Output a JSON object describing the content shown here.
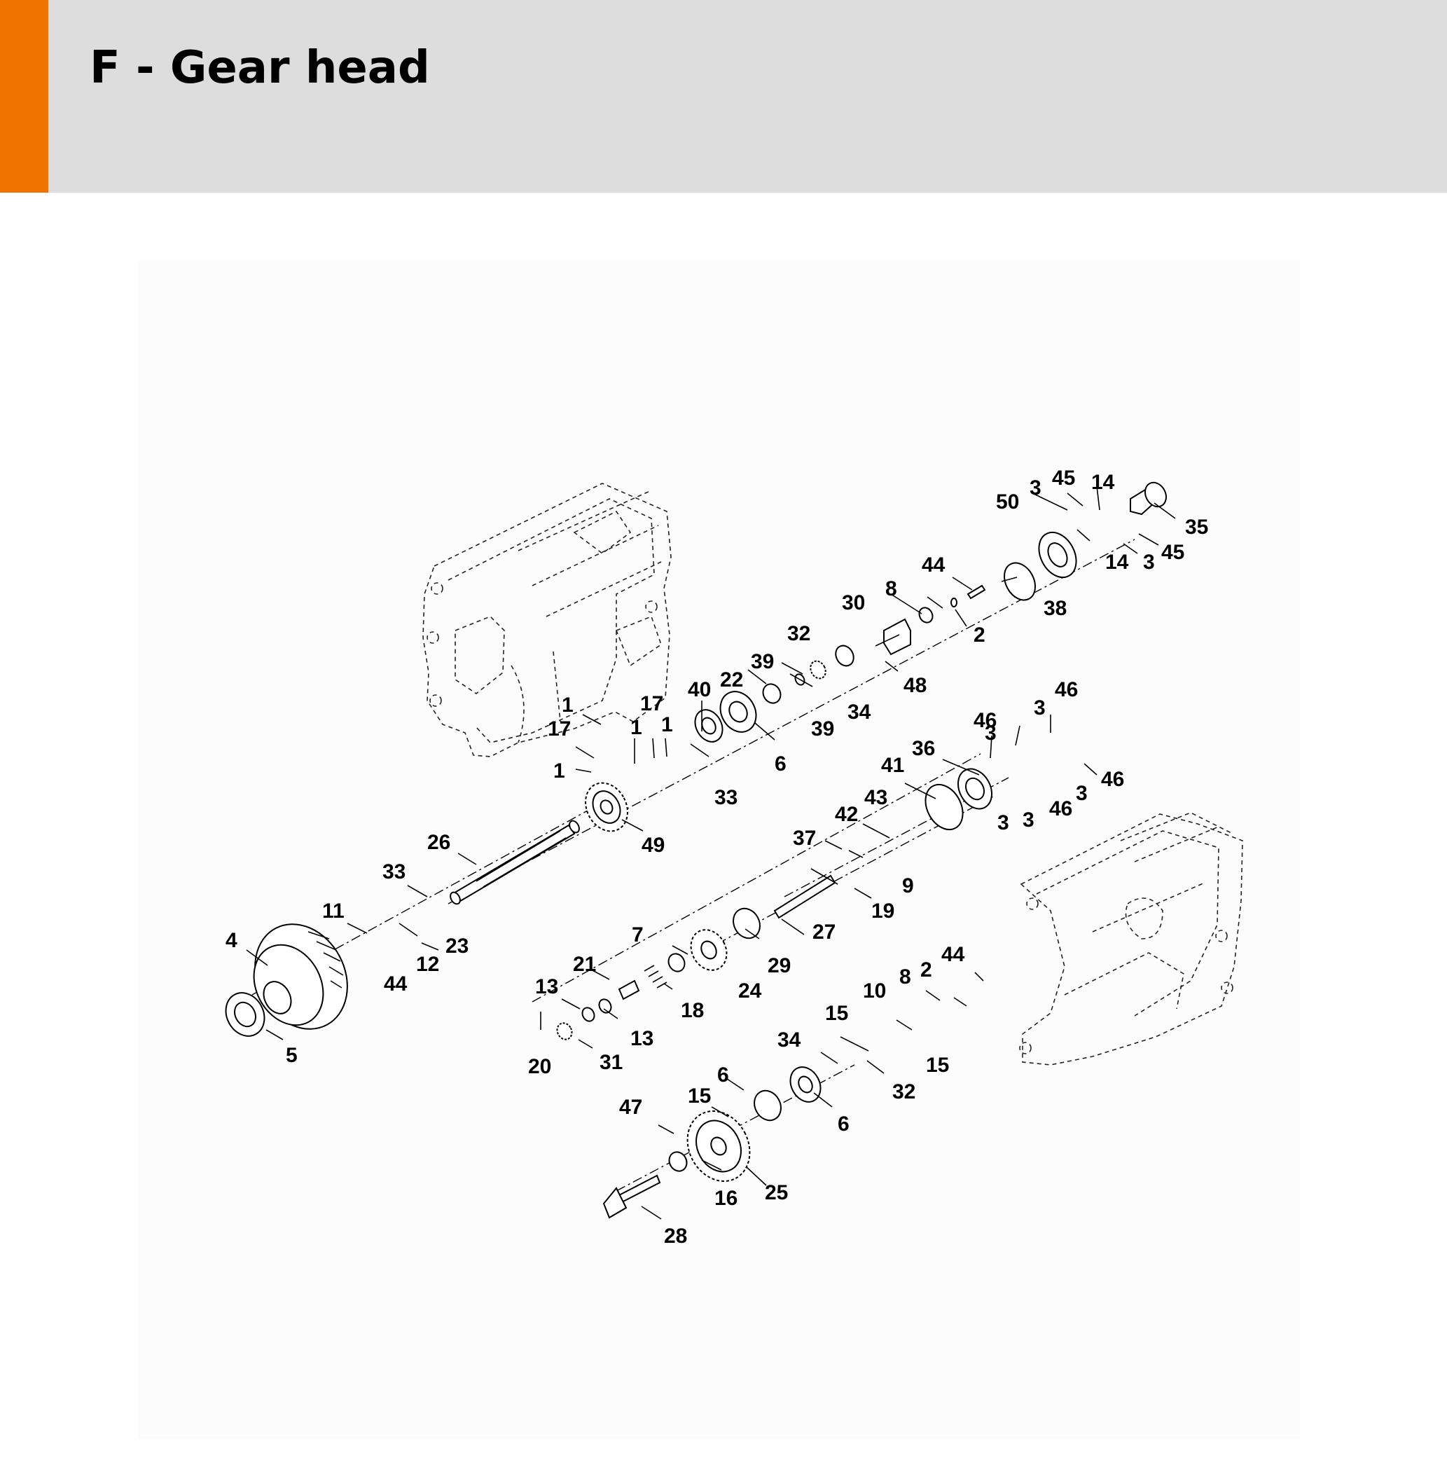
{
  "header": {
    "title": "F - Gear head",
    "accent_color": "#f07400",
    "background_color": "#dcdddc"
  },
  "diagram": {
    "callouts": [
      {
        "id": "c-45a",
        "text": "45"
      },
      {
        "id": "c-14a",
        "text": "14"
      },
      {
        "id": "c-3a",
        "text": "3"
      },
      {
        "id": "c-50",
        "text": "50"
      },
      {
        "id": "c-35",
        "text": "35"
      },
      {
        "id": "c-14b",
        "text": "14"
      },
      {
        "id": "c-3b",
        "text": "3"
      },
      {
        "id": "c-45b",
        "text": "45"
      },
      {
        "id": "c-44a",
        "text": "44"
      },
      {
        "id": "c-38",
        "text": "38"
      },
      {
        "id": "c-8a",
        "text": "8"
      },
      {
        "id": "c-30",
        "text": "30"
      },
      {
        "id": "c-2a",
        "text": "2"
      },
      {
        "id": "c-32a",
        "text": "32"
      },
      {
        "id": "c-48",
        "text": "48"
      },
      {
        "id": "c-39a",
        "text": "39"
      },
      {
        "id": "c-40",
        "text": "40"
      },
      {
        "id": "c-22",
        "text": "22"
      },
      {
        "id": "c-34a",
        "text": "34"
      },
      {
        "id": "c-39b",
        "text": "39"
      },
      {
        "id": "c-1a",
        "text": "1"
      },
      {
        "id": "c-17a",
        "text": "17"
      },
      {
        "id": "c-1b",
        "text": "1"
      },
      {
        "id": "c-1c",
        "text": "1"
      },
      {
        "id": "c-17b",
        "text": "17"
      },
      {
        "id": "c-6a",
        "text": "6"
      },
      {
        "id": "c-1d",
        "text": "1"
      },
      {
        "id": "c-33a",
        "text": "33"
      },
      {
        "id": "c-46a",
        "text": "46"
      },
      {
        "id": "c-3c",
        "text": "3"
      },
      {
        "id": "c-46b",
        "text": "46"
      },
      {
        "id": "c-3d",
        "text": "3"
      },
      {
        "id": "c-36",
        "text": "36"
      },
      {
        "id": "c-41",
        "text": "41"
      },
      {
        "id": "c-46c",
        "text": "46"
      },
      {
        "id": "c-3e",
        "text": "3"
      },
      {
        "id": "c-46d",
        "text": "46"
      },
      {
        "id": "c-3f",
        "text": "3"
      },
      {
        "id": "c-3g",
        "text": "3"
      },
      {
        "id": "c-43",
        "text": "43"
      },
      {
        "id": "c-42",
        "text": "42"
      },
      {
        "id": "c-49",
        "text": "49"
      },
      {
        "id": "c-26",
        "text": "26"
      },
      {
        "id": "c-37",
        "text": "37"
      },
      {
        "id": "c-9",
        "text": "9"
      },
      {
        "id": "c-33b",
        "text": "33"
      },
      {
        "id": "c-19",
        "text": "19"
      },
      {
        "id": "c-27",
        "text": "27"
      },
      {
        "id": "c-11",
        "text": "11"
      },
      {
        "id": "c-23",
        "text": "23"
      },
      {
        "id": "c-4",
        "text": "4"
      },
      {
        "id": "c-12",
        "text": "12"
      },
      {
        "id": "c-7",
        "text": "7"
      },
      {
        "id": "c-29",
        "text": "29"
      },
      {
        "id": "c-44b",
        "text": "44"
      },
      {
        "id": "c-44c",
        "text": "44"
      },
      {
        "id": "c-21",
        "text": "21"
      },
      {
        "id": "c-2b",
        "text": "2"
      },
      {
        "id": "c-24",
        "text": "24"
      },
      {
        "id": "c-13a",
        "text": "13"
      },
      {
        "id": "c-8b",
        "text": "8"
      },
      {
        "id": "c-18",
        "text": "18"
      },
      {
        "id": "c-10",
        "text": "10"
      },
      {
        "id": "c-15a",
        "text": "15"
      },
      {
        "id": "c-13b",
        "text": "13"
      },
      {
        "id": "c-5",
        "text": "5"
      },
      {
        "id": "c-20",
        "text": "20"
      },
      {
        "id": "c-31",
        "text": "31"
      },
      {
        "id": "c-34b",
        "text": "34"
      },
      {
        "id": "c-15b",
        "text": "15"
      },
      {
        "id": "c-32b",
        "text": "32"
      },
      {
        "id": "c-6b",
        "text": "6"
      },
      {
        "id": "c-15c",
        "text": "15"
      },
      {
        "id": "c-6c",
        "text": "6"
      },
      {
        "id": "c-47",
        "text": "47"
      },
      {
        "id": "c-16",
        "text": "16"
      },
      {
        "id": "c-25",
        "text": "25"
      },
      {
        "id": "c-28",
        "text": "28"
      }
    ]
  }
}
